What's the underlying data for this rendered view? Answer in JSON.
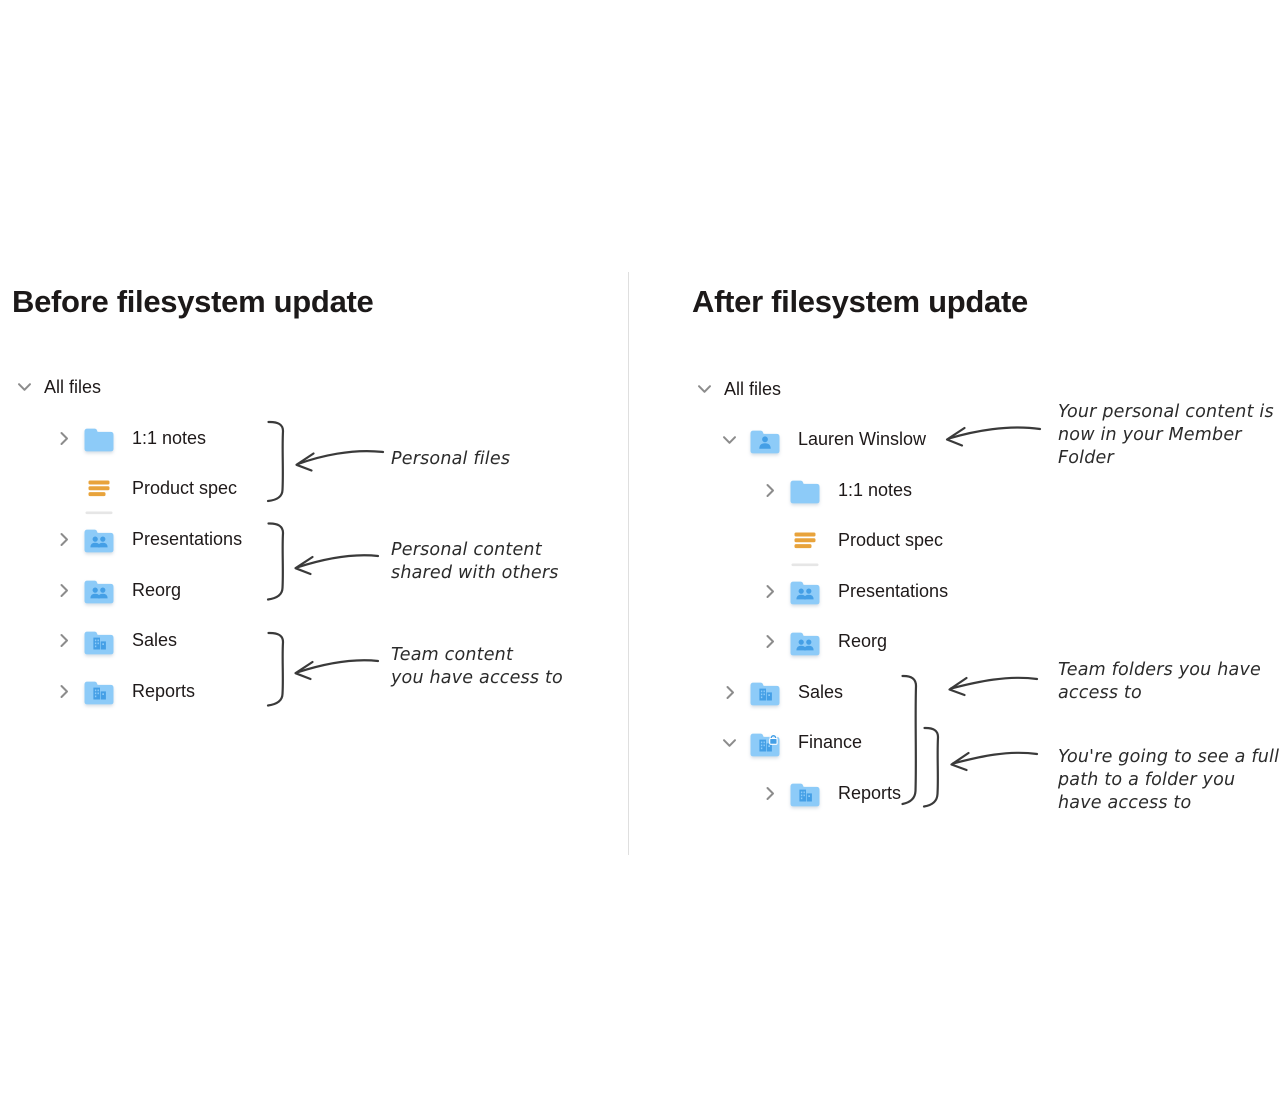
{
  "colors": {
    "background": "#ffffff",
    "text": "#1e1919",
    "title": "#1c1919",
    "chevron": "#8c8c8c",
    "folder": "#8dcbf8",
    "folder_glyph": "#449fe6",
    "paper_orange": "#e8a33b",
    "paper_underline": "#e6e6e6",
    "ink": "#3a3a3a",
    "annotation": "#2b2b2b",
    "divider": "#dfdfdf"
  },
  "panels": [
    {
      "id": "before",
      "title": "Before filesystem update",
      "rows": [
        {
          "label": "All files",
          "icon": "none",
          "chevron": "down",
          "level": 0
        },
        {
          "label": "1:1 notes",
          "icon": "folder",
          "chevron": "right",
          "level": 1
        },
        {
          "label": "Product spec",
          "icon": "paper-doc",
          "chevron": "none",
          "level": 1
        },
        {
          "label": "Presentations",
          "icon": "shared-folder",
          "chevron": "right",
          "level": 1
        },
        {
          "label": "Reorg",
          "icon": "shared-folder",
          "chevron": "right",
          "level": 1
        },
        {
          "label": "Sales",
          "icon": "team-folder",
          "chevron": "right",
          "level": 1
        },
        {
          "label": "Reports",
          "icon": "team-folder",
          "chevron": "right",
          "level": 1
        }
      ],
      "annotations": [
        {
          "lines": [
            "Personal files"
          ]
        },
        {
          "lines": [
            "Personal content",
            "shared with others"
          ]
        },
        {
          "lines": [
            "Team content",
            "you have access to"
          ]
        }
      ]
    },
    {
      "id": "after",
      "title": "After filesystem update",
      "rows": [
        {
          "label": "All files",
          "icon": "none",
          "chevron": "down",
          "level": 0
        },
        {
          "label": "Lauren Winslow",
          "icon": "member-folder",
          "chevron": "down",
          "level": 1
        },
        {
          "label": "1:1 notes",
          "icon": "folder",
          "chevron": "right",
          "level": 2
        },
        {
          "label": "Product spec",
          "icon": "paper-doc",
          "chevron": "none",
          "level": 2
        },
        {
          "label": "Presentations",
          "icon": "shared-folder",
          "chevron": "right",
          "level": 2
        },
        {
          "label": "Reorg",
          "icon": "shared-folder",
          "chevron": "right",
          "level": 2
        },
        {
          "label": "Sales",
          "icon": "team-folder",
          "chevron": "right",
          "level": 1
        },
        {
          "label": "Finance",
          "icon": "team-folder-locked",
          "chevron": "down",
          "level": 1
        },
        {
          "label": "Reports",
          "icon": "team-folder",
          "chevron": "right",
          "level": 2
        }
      ],
      "annotations": [
        {
          "lines": [
            "Your personal content is",
            "now in your Member",
            "Folder"
          ]
        },
        {
          "lines": [
            "Team folders you have",
            "access to"
          ]
        },
        {
          "lines": [
            "You're going to see a full",
            "path to a folder you",
            "have access to"
          ]
        }
      ]
    }
  ]
}
